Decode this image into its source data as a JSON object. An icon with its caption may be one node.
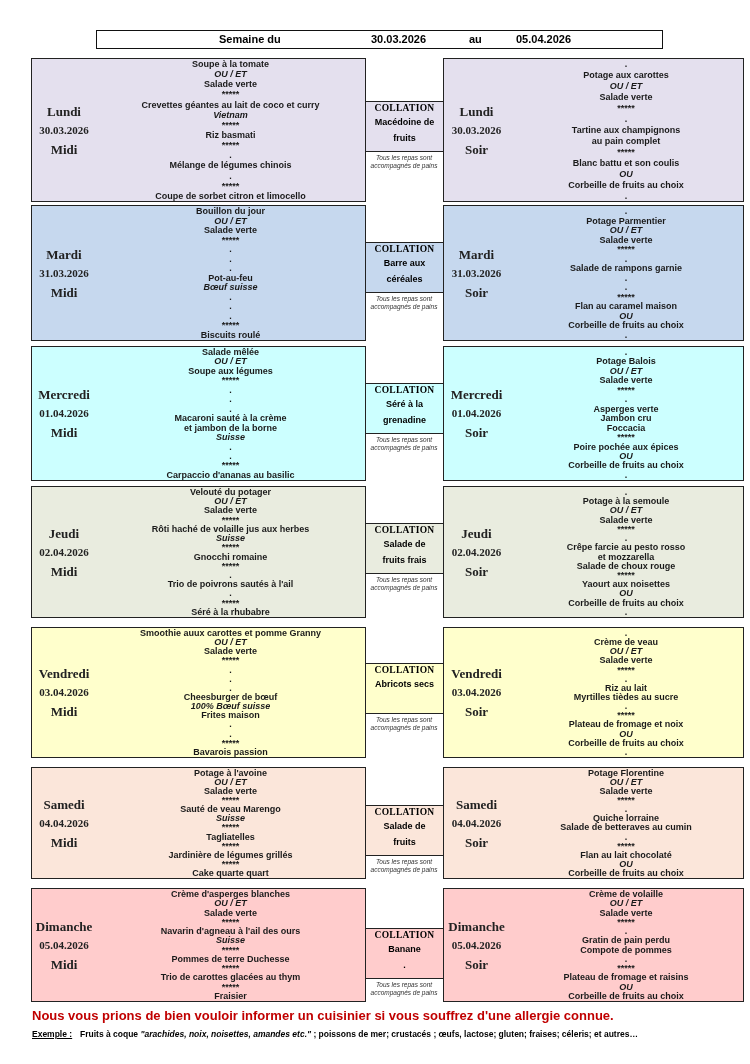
{
  "diagram": {
    "nodes": [
      {
        "text": [
          "Semaine du",
          "30.03.2026",
          "au",
          "05.04.2026"
        ]
      },
      {
        "text": [
          "Lundi",
          "30.03.2026",
          "Midi"
        ]
      },
      {
        "text": [
          "Soupe à la tomate",
          "*OU / ET*",
          "Salade verte",
          "*****",
          "Crevettes géantes au lait de coco et curry",
          "*Vietnam*",
          "*****",
          "Riz basmati",
          "*****",
          ".",
          "Mélange de légumes chinois",
          ".",
          "*****",
          "Coupe de sorbet citron et limocello"
        ]
      },
      {
        "text": [
          "COLLATION",
          "Macédoine de fruits"
        ],
        "beside": [
          "Tous les repas sont accompagnés de pains"
        ]
      },
      {
        "text": [
          "Lundi",
          "30.03.2026",
          "Soir"
        ]
      },
      {
        "text": [
          ".",
          "Potage aux carottes",
          "*OU / ET*",
          "Salade verte",
          "*****",
          ".",
          "Tartine aux champignons",
          "au pain complet",
          "*****",
          "Blanc battu et son coulis",
          "*OU*",
          "Corbeille de fruits au choix",
          "."
        ]
      },
      {
        "text": [
          "Mardi",
          "31.03.2026",
          "Midi"
        ]
      },
      {
        "text": [
          "Bouillon du jour",
          "*OU / ET*",
          "Salade verte",
          "*****",
          ".",
          ".",
          ".",
          "Pot-au-feu",
          "*Bœuf suisse*",
          ".",
          ".",
          ".",
          "*****",
          "Biscuits roulé"
        ]
      },
      {
        "text": [
          "COLLATION",
          "Barre aux céréales"
        ],
        "beside": [
          "Tous les repas sont accompagnés de pains"
        ]
      },
      {
        "text": [
          "Mardi",
          "31.03.2026",
          "Soir"
        ]
      },
      {
        "text": [
          ".",
          "Potage Parmentier",
          "*OU / ET*",
          "Salade verte",
          "*****",
          ".",
          "Salade de rampons garnie",
          ".",
          ".",
          "*****",
          "Flan au caramel maison",
          "*OU*",
          "Corbeille de fruits au choix",
          "."
        ]
      },
      {
        "text": [
          "Mercredi",
          "01.04.2026",
          "Midi"
        ]
      },
      {
        "text": [
          "Salade mêlée",
          "*OU / ET*",
          "Soupe aux légumes",
          "*****",
          ".",
          ".",
          ".",
          "Macaroni sauté à la crème",
          "et jambon de la borne",
          "*Suisse*",
          ".",
          ".",
          "*****",
          "Carpaccio d'ananas au basilic"
        ]
      },
      {
        "text": [
          "COLLATION",
          "Séré à la grenadine"
        ],
        "beside": [
          "Tous les repas sont accompagnés de pains"
        ]
      },
      {
        "text": [
          "Mercredi",
          "01.04.2026",
          "Soir"
        ]
      },
      {
        "text": [
          ".",
          "Potage Balois",
          "*OU / ET*",
          "Salade verte",
          "*****",
          ".",
          "Asperges verte",
          "Jambon cru",
          "Foccacia",
          "*****",
          "Poire pochée aux épices",
          "*OU*",
          "Corbeille de fruits au choix",
          "."
        ]
      },
      {
        "text": [
          "Jeudi",
          "02.04.2026",
          "Midi"
        ]
      },
      {
        "text": [
          "Velouté du potager",
          "*OU / ET*",
          "Salade verte",
          "*****",
          "Rôti haché de volaille jus aux herbes",
          "*Suisse*",
          "*****",
          "Gnocchi romaine",
          "*****",
          ".",
          "Trio de poivrons sautés à l'ail",
          ".",
          "*****",
          "Séré à la rhubabre"
        ]
      },
      {
        "text": [
          "COLLATION",
          "Salade de fruits frais"
        ],
        "beside": [
          "Tous les repas sont accompagnés de pains"
        ]
      },
      {
        "text": [
          "Jeudi",
          "02.04.2026",
          "Soir"
        ]
      },
      {
        "text": [
          ".",
          "Potage à la semoule",
          "*OU / ET*",
          "Salade verte",
          "*****",
          ".",
          "Crêpe farcie au pesto rosso",
          "et mozzarella",
          "Salade de choux rouge",
          "*****",
          "Yaourt aux noisettes",
          "*OU*",
          "Corbeille de fruits au choix",
          "."
        ]
      },
      {
        "text": [
          "Vendredi",
          "03.04.2026",
          "Midi"
        ]
      },
      {
        "text": [
          "Smoothie auux carottes et pomme Granny",
          "*OU / ET*",
          "Salade verte",
          "*****",
          ".",
          ".",
          ".",
          "Cheesburger de bœuf",
          "*100% Bœuf suisse*",
          "Frites maison",
          ".",
          ".",
          "*****",
          "Bavarois passion"
        ]
      },
      {
        "text": [
          "COLLATION",
          "Abricots secs"
        ],
        "beside": [
          "Tous les repas sont accompagnés de pains"
        ]
      },
      {
        "text": [
          "Vendredi",
          "03.04.2026",
          "Soir"
        ]
      },
      {
        "text": [
          ".",
          "Crème de veau",
          "*OU / ET*",
          "Salade verte",
          "*****",
          ".",
          "Riz au lait",
          "Myrtilles tièdes au sucre",
          ".",
          "*****",
          "Plateau de fromage et noix",
          "*OU*",
          "Corbeille de fruits au choix",
          "."
        ]
      },
      {
        "text": [
          "Samedi",
          "04.04.2026",
          "Midi"
        ]
      },
      {
        "text": [
          "Potage à l'avoine",
          "*OU / ET*",
          "Salade verte",
          "*****",
          "Sauté de veau Marengo",
          "*Suisse*",
          "*****",
          "Tagliatelles",
          "*****",
          "Jardinière de légumes grillés",
          "*****",
          "Cake quarte quart"
        ]
      },
      {
        "text": [
          "COLLATION",
          "Salade de fruits"
        ],
        "beside": [
          "Tous les repas sont accompagnés de pains"
        ]
      },
      {
        "text": [
          "Samedi",
          "04.04.2026",
          "Soir"
        ]
      },
      {
        "text": [
          "Potage Florentine",
          "*OU / ET*",
          "Salade verte",
          "*****",
          ".",
          "Quiche lorraine",
          "Salade de betteraves au cumin",
          ".",
          "*****",
          "Flan au lait chocolaté",
          "*OU*",
          "Corbeille de fruits au choix"
        ]
      },
      {
        "text": [
          "Dimanche",
          "05.04.2026",
          "Midi"
        ]
      },
      {
        "text": [
          "Crème d'asperges blanches",
          "*OU / ET*",
          "Salade verte",
          "*****",
          "Navarin d'agneau à l'ail des ours",
          "*Suisse*",
          "*****",
          "Pommes de terre Duchesse",
          "*****",
          "Trio de carottes glacées au thym",
          "*****",
          "Fraisier"
        ]
      },
      {
        "text": [
          "COLLATION",
          "Banane",
          "."
        ],
        "beside": [
          "Tous les repas sont accompagnés de pains"
        ]
      },
      {
        "text": [
          "Dimanche",
          "05.04.2026",
          "Soir"
        ]
      },
      {
        "text": [
          "Crème de volaille",
          "*OU / ET*",
          "Salade verte",
          "*****",
          ".",
          "Gratin de pain perdu",
          "Compote de pommes",
          ".",
          "*****",
          "Plateau de fromage et raisins",
          "*OU*",
          "Corbeille de fruits au choix"
        ]
      }
    ],
    "labels": [
      "Nous vous prions de bien vouloir informer un cuisinier si vous souffrez d'une allergie connue.",
      "Exemple :",
      "Fruits à coque *\"arachides, noix, noisettes, amandes etc.\"* ; poissons de mer; crustacés ; œufs, lactose; gluten; fraises; céleris; et autres…"
    ]
  }
}
